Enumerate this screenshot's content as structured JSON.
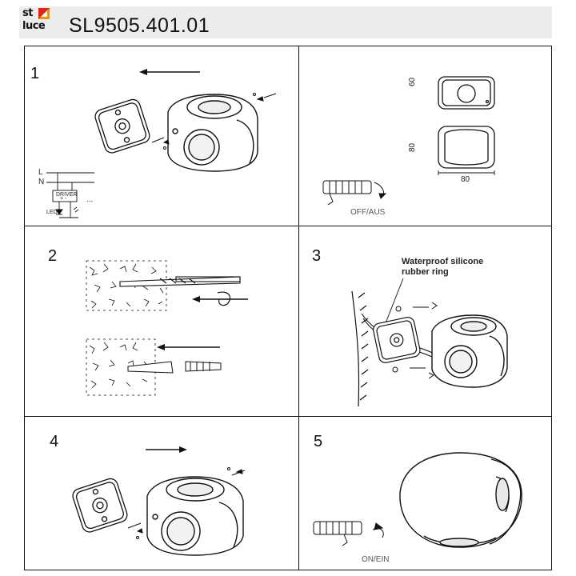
{
  "header": {
    "brand_line1": "st",
    "brand_line2": "luce",
    "model": "SL9505.401.01"
  },
  "steps": {
    "s1": "1",
    "s2": "2",
    "s3": "3",
    "s4": "4",
    "s5": "5"
  },
  "wiring": {
    "l": "L",
    "n": "N",
    "driver": "DRIVER",
    "plus_minus": "+ -",
    "led": "LED",
    "dots": "..."
  },
  "dimensions": {
    "height_small": "60",
    "height_large": "80",
    "width": "80"
  },
  "switch": {
    "off_label": "OFF/AUS",
    "on_label": "ON/EIN"
  },
  "callout": {
    "line1": "Waterproof silicone",
    "line2": "rubber ring"
  },
  "colors": {
    "ink": "#111111",
    "header_bg": "#ececec",
    "logo_red": "#e2231a",
    "logo_orange": "#f39200"
  }
}
